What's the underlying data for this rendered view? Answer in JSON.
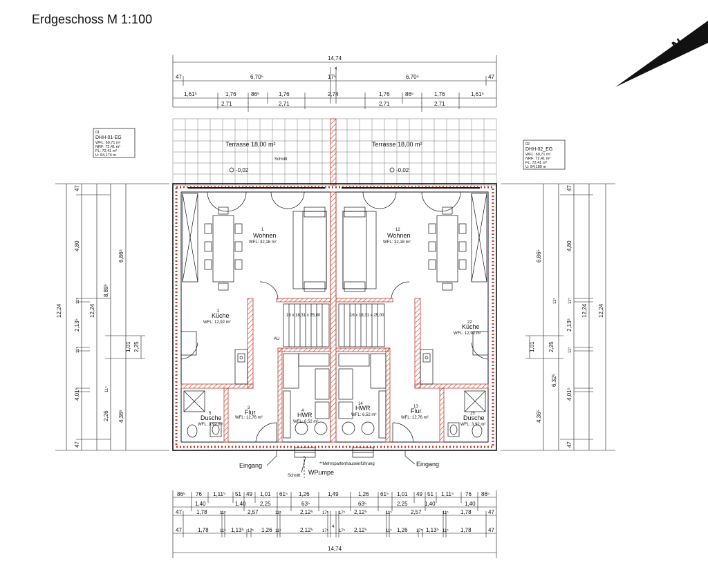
{
  "title": "Erdgeschoss M 1:100",
  "north_label": "N",
  "unit_left": {
    "id": "01",
    "name": "DHH-01-EG",
    "wfl": "WFL: 69,71 m²",
    "nrf": "NRF: 72,41 m²",
    "fl": "FL: 72,41 m²",
    "u": "U: 84,174 m"
  },
  "unit_right": {
    "id": "02",
    "name": "DHH-02_EG",
    "wfl": "WFL: 69,71 m²",
    "nrf": "NRF: 72,41 m²",
    "fl": "FL: 72,41 m²",
    "u": "U: 84,180 m"
  },
  "rooms": {
    "terrasse_left": "Terrasse 18,00 m²",
    "terrasse_right": "Terrasse 18,00 m²",
    "level_left": "-0,02",
    "level_right": "-0,02",
    "schnitt_top": "Schnitt",
    "schnitt_bottom": "Schnitt",
    "wohnen_left": {
      "no": "1",
      "name": "Wohnen",
      "wfl": "WFL: 32,18 m²"
    },
    "wohnen_right": {
      "no": "12",
      "name": "Wohnen",
      "wfl": "WFL: 32,18 m²"
    },
    "kueche_left": {
      "no": "2",
      "name": "Küche",
      "wfl": "WFL: 12,92 m²"
    },
    "kueche_right": {
      "no": "22",
      "name": "Küche",
      "wfl": "WFL: 12,92 m²"
    },
    "stair_left": "16 x 18,31 x 25,00",
    "stair_right": "16 x 18,31 x 25,00",
    "flur_left": {
      "no": "3",
      "name": "Flur",
      "wfl": "WFL: 12,76 m²"
    },
    "flur_right": {
      "no": "13",
      "name": "Flur",
      "wfl": "WFL: 12,76 m²"
    },
    "hwr_left": {
      "no": "4",
      "name": "HWR",
      "wfl": "WFL: 6,52 m²"
    },
    "hwr_right": {
      "no": "14",
      "name": "HWR",
      "wfl": "WFL: 6,52 m²"
    },
    "dusche_left": {
      "no": "5",
      "name": "Dusche",
      "wfl": "WFL: 3,92 m²"
    },
    "dusche_right": {
      "no": "15",
      "name": "Dusche",
      "wfl": "WFL: 3,92 m²"
    },
    "au": "AU",
    "eingang_left": "Eingang",
    "eingang_right": "Eingang",
    "wpumpe": "WPumpe",
    "mehrsparten": "**Mehrspartenhauseinführung"
  },
  "dims_top": {
    "overall": "14,74",
    "row2": [
      "47",
      "6,70⁵",
      "17⁵",
      "4",
      "6,70⁵",
      "47"
    ],
    "row3": [
      "1,61⁵",
      "1,76",
      "86⁵",
      "1,76",
      "2,74",
      "1,76",
      "86⁵",
      "1,76",
      "1,61⁵"
    ],
    "row4": [
      "2,71",
      "2,71",
      "2,71",
      "2,71"
    ]
  },
  "dims_bottom": {
    "row1": [
      "86⁵",
      "76",
      "1,11⁵",
      "51",
      "49",
      "1,01",
      "61⁵",
      "1,26",
      "1,49",
      "1,26",
      "61⁵",
      "1,01",
      "49",
      "51",
      "1,11⁵",
      "76",
      "86⁵"
    ],
    "row2": [
      "1,40",
      "1,40",
      "2,25",
      "63⁵",
      "63⁵",
      "2,25",
      "1,40",
      "1,40"
    ],
    "row3": [
      "47",
      "1,78",
      "11⁵",
      "2,57",
      "11⁵",
      "2,12⁵",
      "17⁵",
      "17⁵",
      "2,12⁵",
      "11⁵",
      "2,57",
      "11⁵",
      "1,78",
      "47"
    ],
    "row4": [
      "47",
      "1,78",
      "11⁵",
      "1,13⁵",
      "17⁵",
      "1,26",
      "11⁵",
      "2,12⁵",
      "17⁵",
      "4",
      "17⁵",
      "2,12⁵",
      "11⁵",
      "1,26",
      "17⁵",
      "1,13⁵",
      "11⁵",
      "1,78",
      "47"
    ],
    "overall": "14,74"
  },
  "dims_left": {
    "outer": "12,24",
    "mid1": [
      "47",
      "4,80",
      "11⁵",
      "2,13⁵",
      "11⁵",
      "4,01⁵",
      "11⁵",
      "2,26",
      "47"
    ],
    "mid2": [
      "12,24"
    ],
    "inner": [
      "6,86⁵",
      "8,89⁵",
      "1,01",
      "4,36⁵"
    ],
    "inner2": [
      "2,25"
    ]
  },
  "dims_right": {
    "outer": "12,24",
    "mid1": [
      "47",
      "4,80",
      "11⁵",
      "2,13⁵",
      "11⁵",
      "4,01⁵",
      "11⁵",
      "47"
    ],
    "mid2": [
      "12,24"
    ],
    "inner": [
      "6,86⁵",
      "1,01",
      "6,32⁵",
      "4,36⁵"
    ],
    "inner2": [
      "2,25"
    ]
  }
}
